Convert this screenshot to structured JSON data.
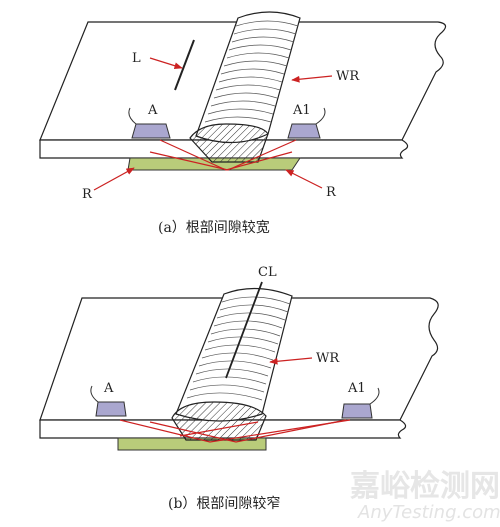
{
  "figure_a": {
    "caption": "(a）根部间隙较宽",
    "labels": {
      "lack_of_fusion": "L",
      "weld_reinforcement": "WR",
      "probe_a": "A",
      "probe_a1": "A1",
      "reflection_left": "R",
      "reflection_right": "R"
    }
  },
  "figure_b": {
    "caption": "(b）根部间隙较窄",
    "labels": {
      "centerline": "CL",
      "weld_reinforcement": "WR",
      "probe_a": "A",
      "probe_a1": "A1"
    }
  },
  "watermark": {
    "title": "嘉峪检测网",
    "site": "AnyTesting.com"
  },
  "colors": {
    "plate": "#ffffff",
    "backing": "#b9cc7a",
    "probe": "#aaa7cf",
    "beam": "#cc2222",
    "arrow": "#cc2222",
    "outline": "#222222"
  }
}
